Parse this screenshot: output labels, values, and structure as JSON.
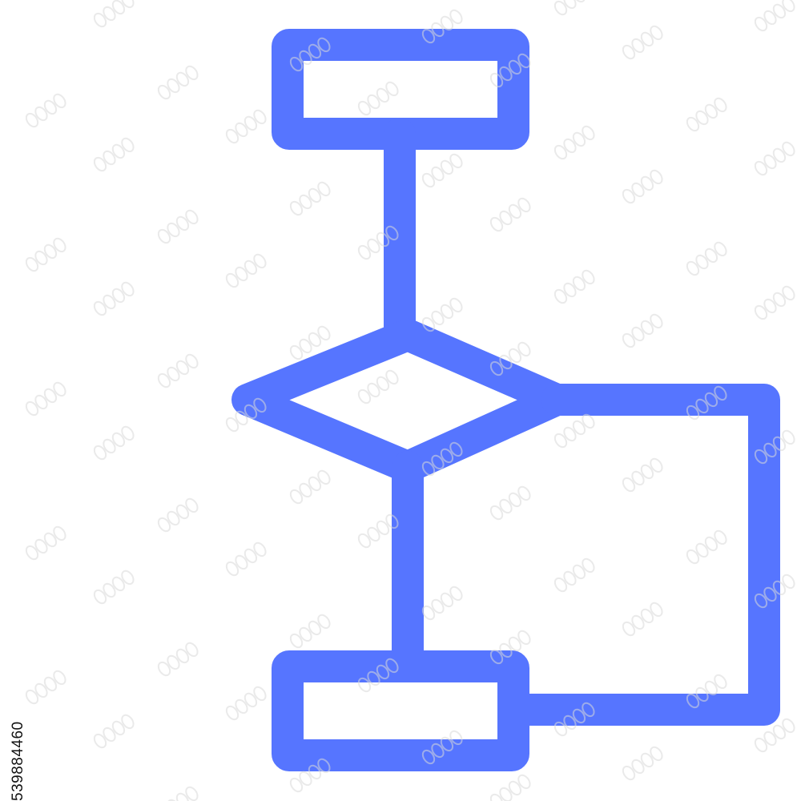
{
  "diagram": {
    "type": "flowchart-icon",
    "stroke_color": "#5675ff",
    "background": "#ffffff",
    "nodes": [
      {
        "id": "start",
        "shape": "rectangle",
        "label": ""
      },
      {
        "id": "decision",
        "shape": "diamond",
        "label": ""
      },
      {
        "id": "end",
        "shape": "rectangle",
        "label": ""
      }
    ],
    "edges": [
      {
        "from": "start",
        "to": "decision"
      },
      {
        "from": "decision",
        "to": "end"
      },
      {
        "from": "decision",
        "to": "end",
        "route": "loop-right"
      }
    ]
  },
  "watermark": {
    "id_text": "539884460",
    "color": "#d8d8d8"
  }
}
